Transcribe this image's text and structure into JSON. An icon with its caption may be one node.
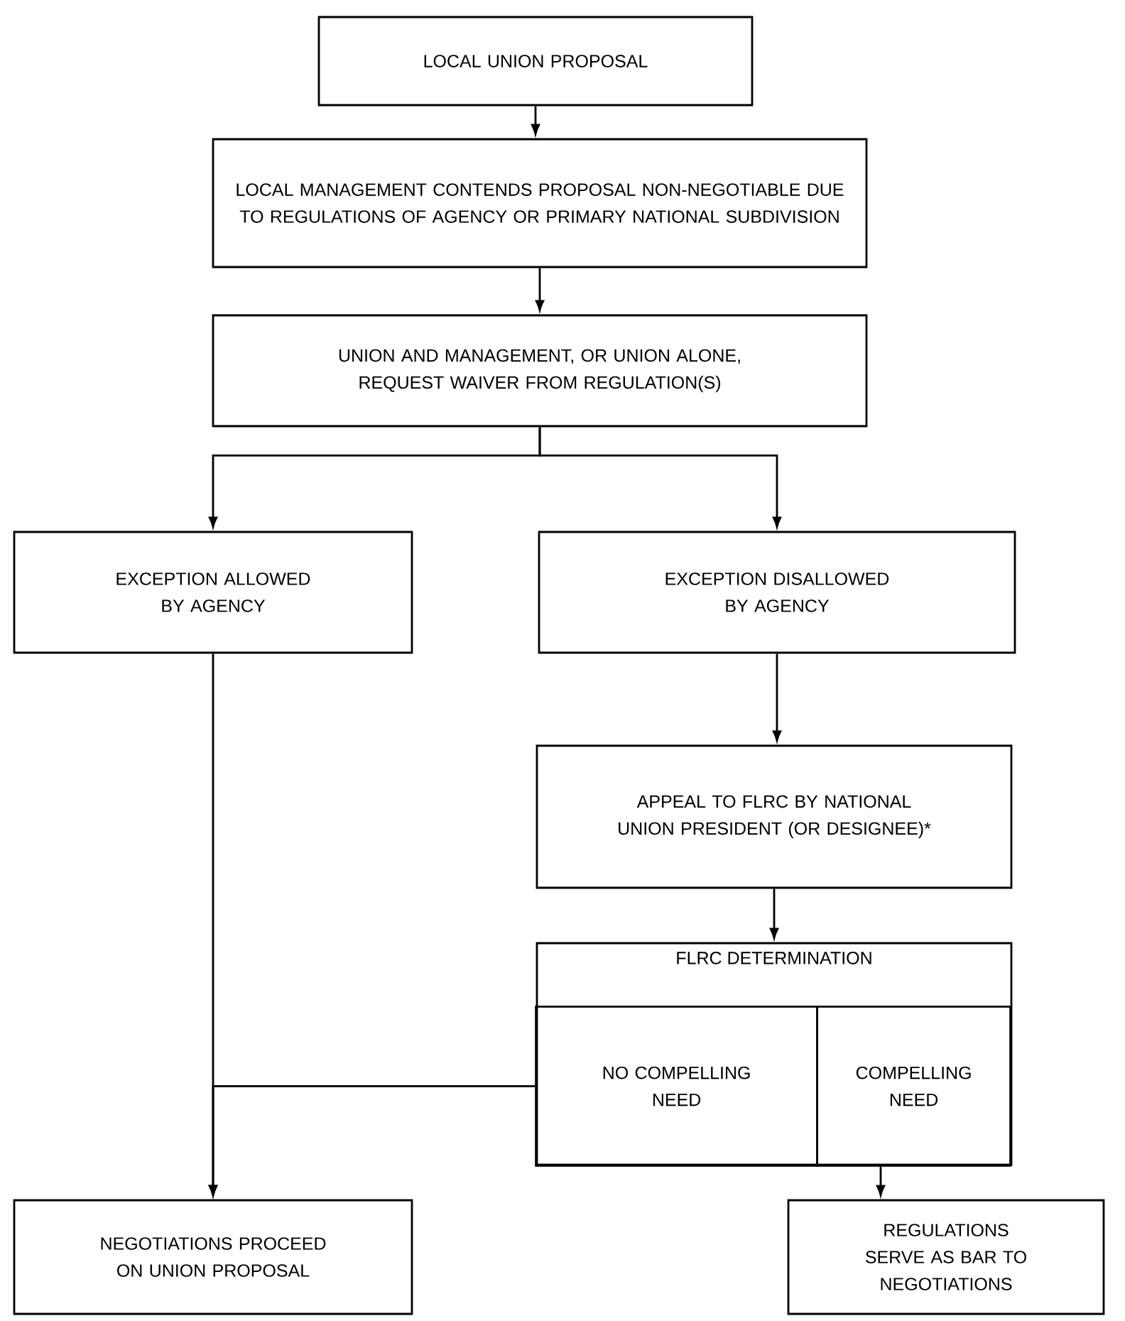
{
  "diagram": {
    "nodes": [
      {
        "text": [
          "LOCAL UNION PROPOSAL"
        ]
      },
      {
        "text": [
          "LOCAL MANAGEMENT CONTENDS PROPOSAL NON-NEGOTIABLE DUE TO REGULATIONS OF AGENCY OR PRIMARY NATIONAL SUBDIVISION"
        ]
      },
      {
        "text": [
          "UNION AND MANAGEMENT, OR UNION ALONE, REQUEST WAIVER FROM REGULATION(S)"
        ]
      },
      {
        "text": [
          "EXCEPTION ALLOWED BY AGENCY"
        ]
      },
      {
        "text": [
          "EXCEPTION DISALLOWED BY AGENCY"
        ]
      },
      {
        "text": [
          "APPEAL TO FLRC BY NATIONAL UNION PRESIDENT (OR DESIGNEE)*"
        ]
      },
      {
        "text": [
          "FLRC DETERMINATION"
        ]
      },
      {
        "text": [
          "NO COMPELLING NEED"
        ],
        "in": 6
      },
      {
        "text": [
          "COMPELLING NEED"
        ],
        "in": 6
      },
      {
        "text": [
          "NEGOTIATIONS PROCEED ON UNION PROPOSAL"
        ]
      },
      {
        "text": [
          "REGULATIONS SERVE AS BAR TO NEGOTIATIONS"
        ]
      }
    ],
    "edges": [
      {
        "from": 0,
        "to": 1,
        "arrow": "to"
      },
      {
        "from": 1,
        "to": 2,
        "arrow": "to"
      },
      {
        "from": 2,
        "to": 3,
        "arrow": "to"
      },
      {
        "from": 2,
        "to": 4,
        "arrow": "to"
      },
      {
        "from": 4,
        "to": 5,
        "arrow": "to"
      },
      {
        "from": 5,
        "to": 6,
        "arrow": "to"
      },
      {
        "from": 7,
        "to": 9,
        "arrow": "to"
      },
      {
        "from": 3,
        "to": 9,
        "arrow": "to"
      },
      {
        "from": 8,
        "to": 10,
        "arrow": "to"
      }
    ]
  }
}
